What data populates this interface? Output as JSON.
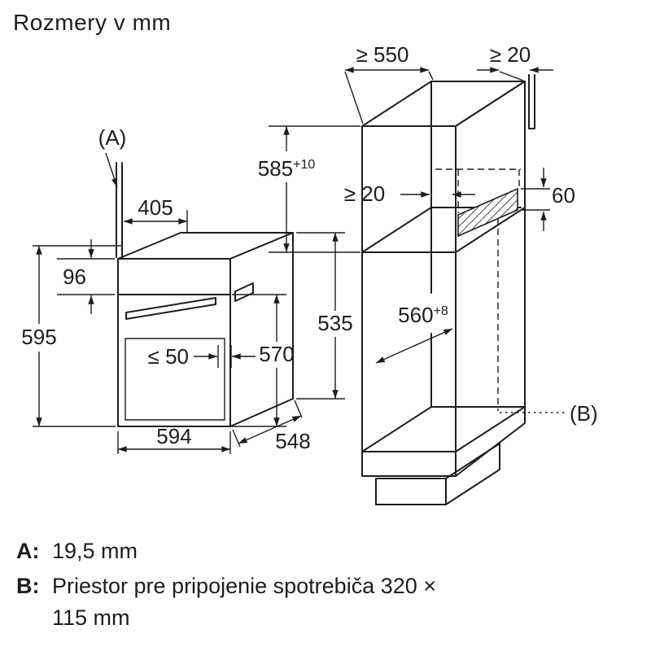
{
  "title": "Rozmery v mm",
  "diagram": {
    "oven": {
      "label_a": "(A)",
      "dim_405": "405",
      "dim_96": "96",
      "dim_595": "595",
      "dim_50": "≤ 50",
      "dim_570": "570",
      "dim_535": "535",
      "dim_594": "594",
      "dim_548": "548"
    },
    "cabinet": {
      "dim_550": "≥ 550",
      "dim_20_top": "≥ 20",
      "dim_585": "585",
      "dim_585_tol": "+10",
      "dim_20_inner": "≥ 20",
      "dim_60": "60",
      "dim_560": "560",
      "dim_560_tol": "+8",
      "label_b": "(B)"
    }
  },
  "notes": {
    "a": {
      "key": "A:",
      "lines": [
        "19,5 mm"
      ]
    },
    "b": {
      "key": "B:",
      "lines": [
        "Priestor pre pripojenie spotrebiča 320 ×",
        "115 mm"
      ]
    }
  },
  "colors": {
    "line": "#1d1d1b",
    "background": "#ffffff"
  }
}
